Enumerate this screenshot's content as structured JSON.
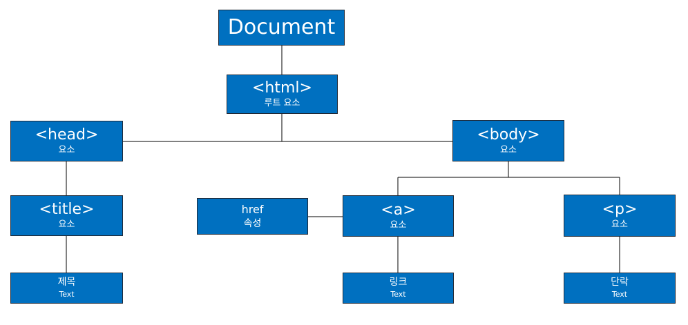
{
  "nodes": {
    "document": {
      "label": "Document"
    },
    "html": {
      "tag": "<html>",
      "desc": "루트 요소"
    },
    "head": {
      "tag": "<head>",
      "desc": "요소"
    },
    "body": {
      "tag": "<body>",
      "desc": "요소"
    },
    "title": {
      "tag": "<title>",
      "desc": "요소"
    },
    "href": {
      "name": "href",
      "desc": "속성"
    },
    "a": {
      "tag": "<a>",
      "desc": "요소"
    },
    "p": {
      "tag": "<p>",
      "desc": "요소"
    },
    "text_title": {
      "value": "제목",
      "desc": "Text"
    },
    "text_a": {
      "value": "링크",
      "desc": "Text"
    },
    "text_p": {
      "value": "단락",
      "desc": "Text"
    }
  },
  "colors": {
    "node_fill": "#0070c0",
    "node_border": "#1f2937",
    "connector": "#000000",
    "text": "#ffffff"
  }
}
